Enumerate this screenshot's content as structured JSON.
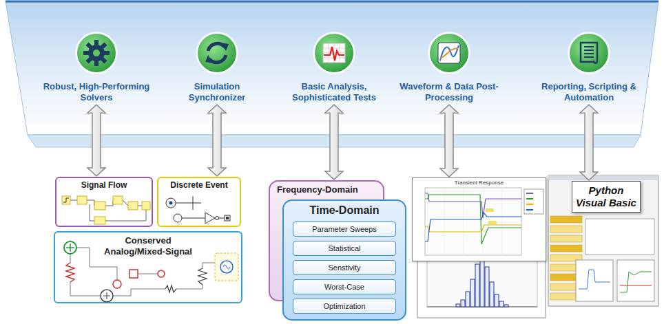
{
  "diagram": {
    "nodes": [
      {
        "text": [
          "Robust, High-Performing Solvers"
        ]
      },
      {
        "text": [
          "Simulation Synchronizer"
        ]
      },
      {
        "text": [
          "Basic Analysis, Sophisticated Tests"
        ]
      },
      {
        "text": [
          "Waveform & Data Post-Processing"
        ]
      },
      {
        "text": [
          "Reporting, Scripting & Automation"
        ]
      },
      {
        "text": [
          "Signal Flow"
        ]
      },
      {
        "text": [
          "Discrete Event"
        ]
      },
      {
        "text": [
          "Conserved Analog/Mixed-Signal"
        ]
      },
      {
        "text": [
          "Frequency-Domain"
        ]
      },
      {
        "text": [
          "Time-Domain"
        ]
      },
      {
        "text": [
          "Parameter Sweeps"
        ],
        "in": 9
      },
      {
        "text": [
          "Statistical"
        ],
        "in": 9
      },
      {
        "text": [
          "Senstivity"
        ],
        "in": 9
      },
      {
        "text": [
          "Worst-Case"
        ],
        "in": 9
      },
      {
        "text": [
          "Optimization"
        ],
        "in": 9
      },
      {
        "text": [
          "Transient Response"
        ]
      },
      {
        "text": [
          "Python Visual Basic"
        ]
      }
    ],
    "edges": [
      {
        "from": 0,
        "to": 5,
        "arrow": "both"
      },
      {
        "from": 1,
        "to": 6,
        "arrow": "both"
      },
      {
        "from": 2,
        "to": 8,
        "arrow": "both"
      },
      {
        "from": 3,
        "to": 15,
        "arrow": "both"
      },
      {
        "from": 4,
        "to": 16,
        "arrow": "both"
      }
    ]
  }
}
